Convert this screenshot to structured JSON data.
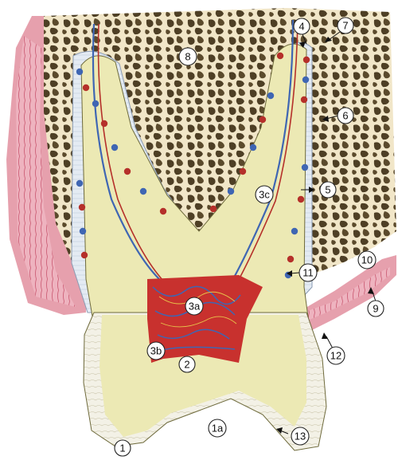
{
  "labels": {
    "l1": "1",
    "l1a": "1a",
    "l2": "2",
    "l3a": "3a",
    "l3b": "3b",
    "l3c": "3c",
    "l4": "4",
    "l5": "5",
    "l6": "6",
    "l7": "7",
    "l8": "8",
    "l9": "9",
    "l10": "10",
    "l11": "11",
    "l12": "12",
    "l13": "13"
  },
  "colors": {
    "enamel": "#f3f1e6",
    "dentin": "#ece9b4",
    "pulp": "#c8312e",
    "bone_marrow": "#5b4a2c",
    "bone_trabecula": "#f1e6c8",
    "gingiva": "#e6a0ad",
    "gingiva_dark": "#c9566f",
    "pdl": "#dfe7f0",
    "vessel_blue": "#3f66b3",
    "vessel_red": "#b5302a"
  }
}
